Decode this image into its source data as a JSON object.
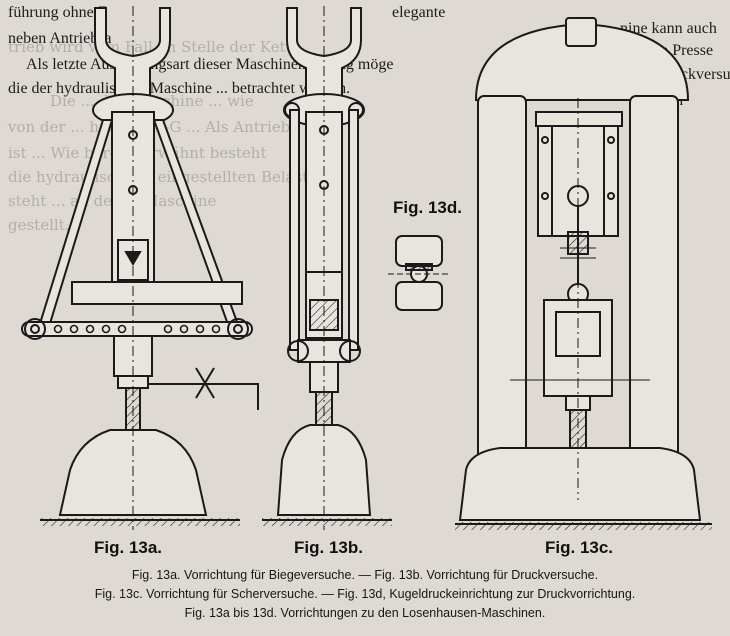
{
  "top_text": {
    "line1_left": "führung ohne Z",
    "line1_right": "elegante",
    "line2_left": "neben Antriebsa",
    "line3": "Als letzte Ausführungsart dieser Maschinengattung möge",
    "line4": "die der hydraulischen Maschine ... betrachtet werden.",
    "right_col_1": "nine kann auch",
    "right_col_2": "chen Presse",
    "right_col_3": "und Druckversu",
    "right_col_4": "den"
  },
  "ghost_text": [
    "trieb wird vom Fall an Stelle der Kette",
    "Die ... der Maschine ... wie",
    "von der ... hausen A.-G ... Als Antrieb",
    "ist ... Wie bereits erwähnt besteht",
    "die hydraulische ... eingestellten Belastung",
    "steht ... an der ... Maschine",
    "gestellt."
  ],
  "figure_labels": {
    "a": "Fig. 13a.",
    "b": "Fig. 13b.",
    "c": "Fig. 13c.",
    "d": "Fig. 13d."
  },
  "captions": {
    "line1": "Fig. 13a. Vorrichtung für Biegeversuche. — Fig. 13b. Vorrichtung für Druckversuche.",
    "line2": "Fig. 13c. Vorrichtung für Scherversuche. — Fig. 13d, Kugeldruckeinrichtung zur Druckvorrichtung.",
    "line3": "Fig. 13a bis 13d.  Vorrichtungen zu den Losenhausen-Maschinen."
  }
}
